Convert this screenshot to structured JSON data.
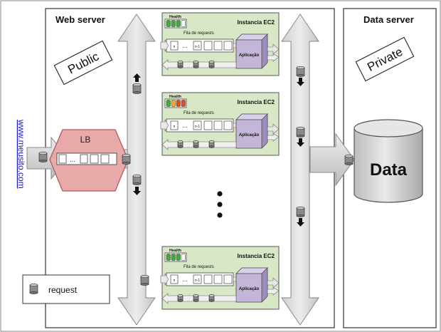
{
  "panels": {
    "web_server": "Web server",
    "data_server": "Data server"
  },
  "tags": {
    "public": "Public",
    "private": "Private"
  },
  "site_url": "www.meusito.com",
  "load_balancer": {
    "label": "LB",
    "dots": "..."
  },
  "ec2": {
    "title": "Instancia EC2",
    "health_label": "Health",
    "queue_label": "Fila de requests",
    "app_label": "Aplicação",
    "slot_first": "n",
    "slot_dots": "...",
    "slot_second": "n-1"
  },
  "instances": [
    {
      "health": [
        "green",
        "green",
        "green",
        "white"
      ]
    },
    {
      "health": [
        "green",
        "yellow",
        "red",
        "red"
      ]
    },
    {
      "health": [
        "green",
        "green",
        "green",
        "white"
      ]
    }
  ],
  "database_label": "Data",
  "legend": {
    "label": "request"
  },
  "colors": {
    "lb_fill": "#e8a9a9",
    "lb_stroke": "#b05a5a",
    "instance_fill": "#d8e8c6",
    "app_fill": "#c3b6d8",
    "arrow_fill": "#d6d6d6",
    "db_fill": "#d8d8d8",
    "health_green": "#49a640",
    "health_yellow": "#f0b020",
    "health_red": "#d94f2a"
  }
}
